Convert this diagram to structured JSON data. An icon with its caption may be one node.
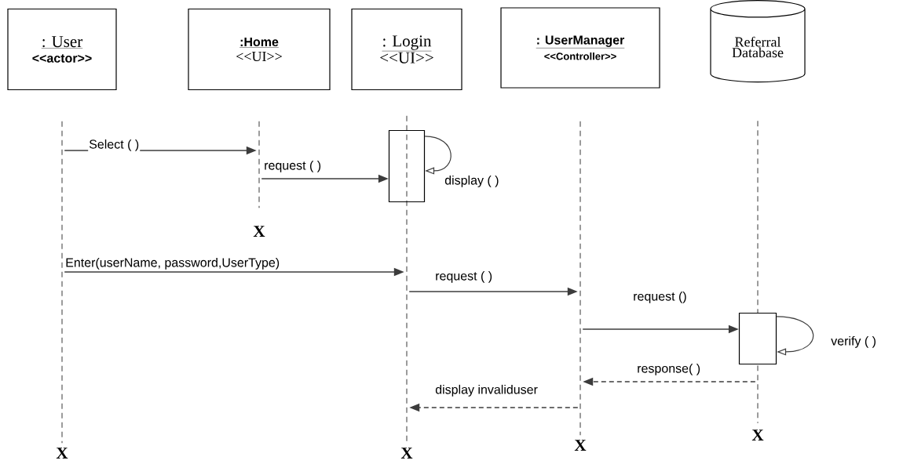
{
  "diagram": {
    "nodes": [
      {
        "text": [
          ": User",
          "<<actor>>"
        ]
      },
      {
        "text": [
          ":Home",
          "<<UI>>"
        ]
      },
      {
        "text": [
          ": Login",
          "<<UI>>"
        ]
      },
      {
        "text": [
          ": UserManager",
          "<<Controller>>"
        ]
      },
      {
        "text": [
          "Referral Database"
        ]
      },
      {
        "text": [],
        "shape": "line"
      },
      {
        "text": [],
        "shape": "line"
      },
      {
        "text": [],
        "shape": "line"
      },
      {
        "text": [],
        "shape": "line"
      },
      {
        "text": [],
        "shape": "line"
      },
      {
        "text": [],
        "shape": "box"
      },
      {
        "text": [],
        "shape": "box"
      }
    ],
    "edges": [
      {
        "from": 5,
        "to": 6,
        "arrow": "to",
        "label": "Select ( )"
      },
      {
        "from": 6,
        "to": 10,
        "arrow": "to",
        "label": "request ( )"
      },
      {
        "from": 10,
        "to": 10,
        "arrow": "to",
        "label": "display ( )"
      },
      {
        "from": 5,
        "to": 7,
        "arrow": "to",
        "label": "Enter(userName, password,UserType)"
      },
      {
        "from": 7,
        "to": 8,
        "arrow": "to",
        "label": "request ( )"
      },
      {
        "from": 8,
        "to": 11,
        "arrow": "to",
        "label": "request ()"
      },
      {
        "from": 11,
        "to": 11,
        "arrow": "to",
        "label": "verify ( )"
      },
      {
        "from": 9,
        "to": 8,
        "arrow": "to",
        "label": "response( )",
        "style": "dashed"
      },
      {
        "from": 8,
        "to": 7,
        "arrow": "to",
        "label": "display invaliduser",
        "style": "dashed"
      }
    ],
    "labels": [
      "X",
      "X",
      "X",
      "X",
      "X"
    ]
  }
}
